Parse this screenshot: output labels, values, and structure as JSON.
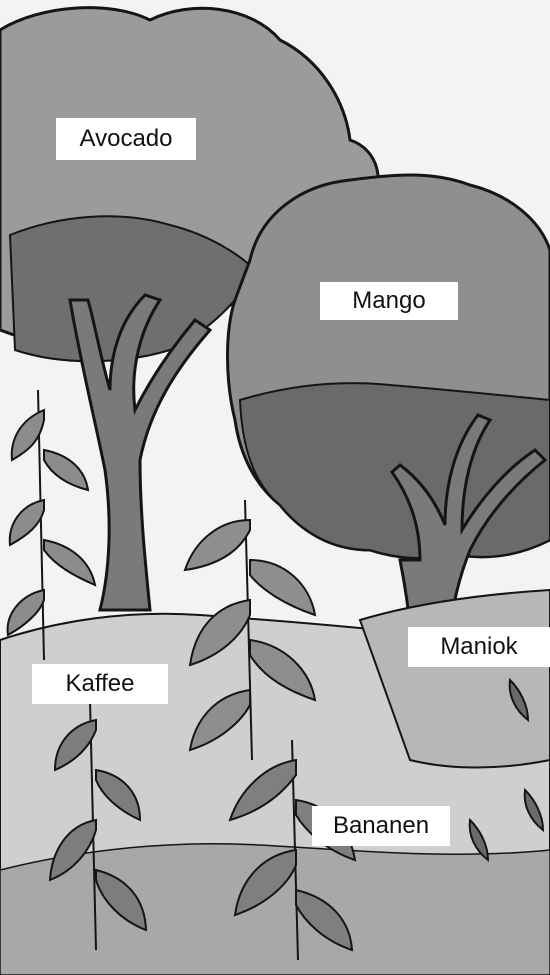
{
  "labels": {
    "avocado": "Avocado",
    "mango": "Mango",
    "maniok": "Maniok",
    "kaffee": "Kaffee",
    "bananen": "Bananen"
  },
  "palette": {
    "sky": "#f3f3f3",
    "canopy_light": "#9b9b9b",
    "canopy_mid": "#7d7d7d",
    "canopy_dark": "#5b5b5b",
    "ground_light": "#cfcfcf",
    "ground_mid": "#b3b3b3",
    "ground_dark": "#8c8c8c",
    "trunk": "#6e6e6e",
    "outline": "#151515"
  }
}
